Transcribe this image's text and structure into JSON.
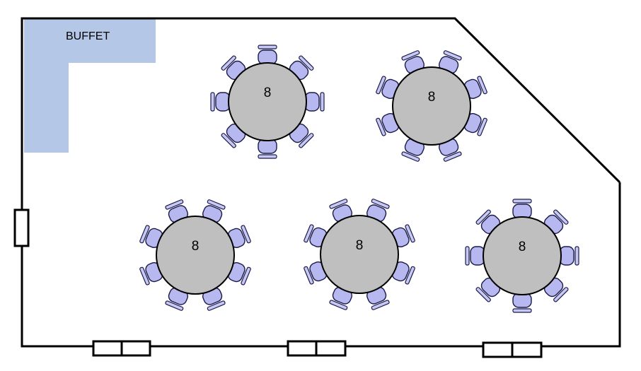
{
  "floorplan": {
    "buffet_label": "BUFFET",
    "tables": [
      {
        "id": "table-1",
        "seats": "8"
      },
      {
        "id": "table-2",
        "seats": "8"
      },
      {
        "id": "table-3",
        "seats": "8"
      },
      {
        "id": "table-4",
        "seats": "8"
      },
      {
        "id": "table-5",
        "seats": "8"
      }
    ],
    "colors": {
      "buffet": "#b4c7e7",
      "table": "#bfbfbf",
      "chair": "#b8b8f0",
      "wall": "#000000"
    }
  }
}
